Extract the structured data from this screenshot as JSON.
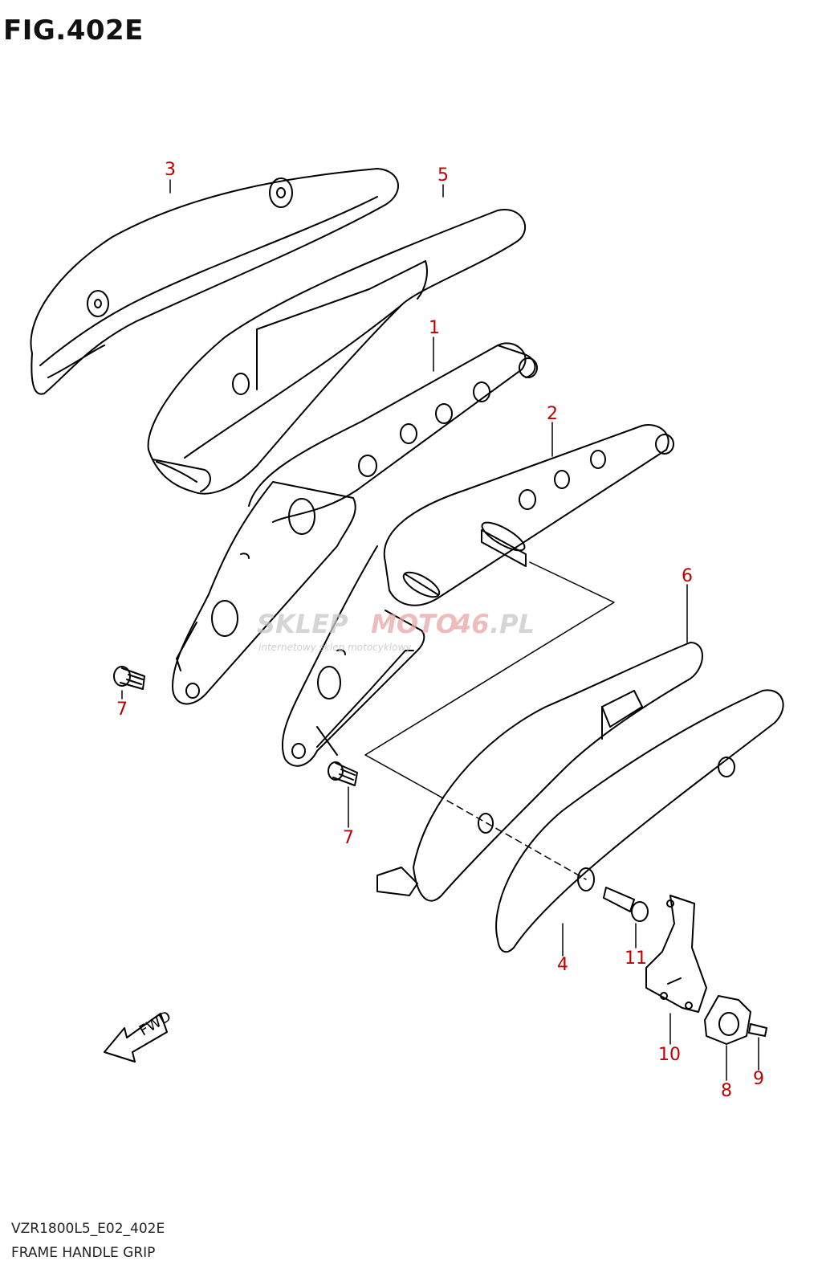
{
  "figure": {
    "title": "FIG.402E",
    "code": "VZR1800L5_E02_402E",
    "caption": "FRAME HANDLE GRIP"
  },
  "watermark": {
    "brand_part1": "SKLEP",
    "brand_part2": "MOTO",
    "brand_part3": "46",
    "brand_part4": ".PL",
    "tagline": "internetowy sklep motocyklowy"
  },
  "fwd_label": "FWD",
  "callouts": [
    {
      "id": "3",
      "label": "3"
    },
    {
      "id": "5",
      "label": "5"
    },
    {
      "id": "1",
      "label": "1"
    },
    {
      "id": "2",
      "label": "2"
    },
    {
      "id": "6",
      "label": "6"
    },
    {
      "id": "7a",
      "label": "7"
    },
    {
      "id": "7b",
      "label": "7"
    },
    {
      "id": "4",
      "label": "4"
    },
    {
      "id": "11",
      "label": "11"
    },
    {
      "id": "10",
      "label": "10"
    },
    {
      "id": "8",
      "label": "8"
    },
    {
      "id": "9",
      "label": "9"
    }
  ],
  "colors": {
    "line": "#000000",
    "callout": "#c00000",
    "watermark_gray": "#c8c8c8",
    "watermark_red": "#e8a8a8"
  }
}
